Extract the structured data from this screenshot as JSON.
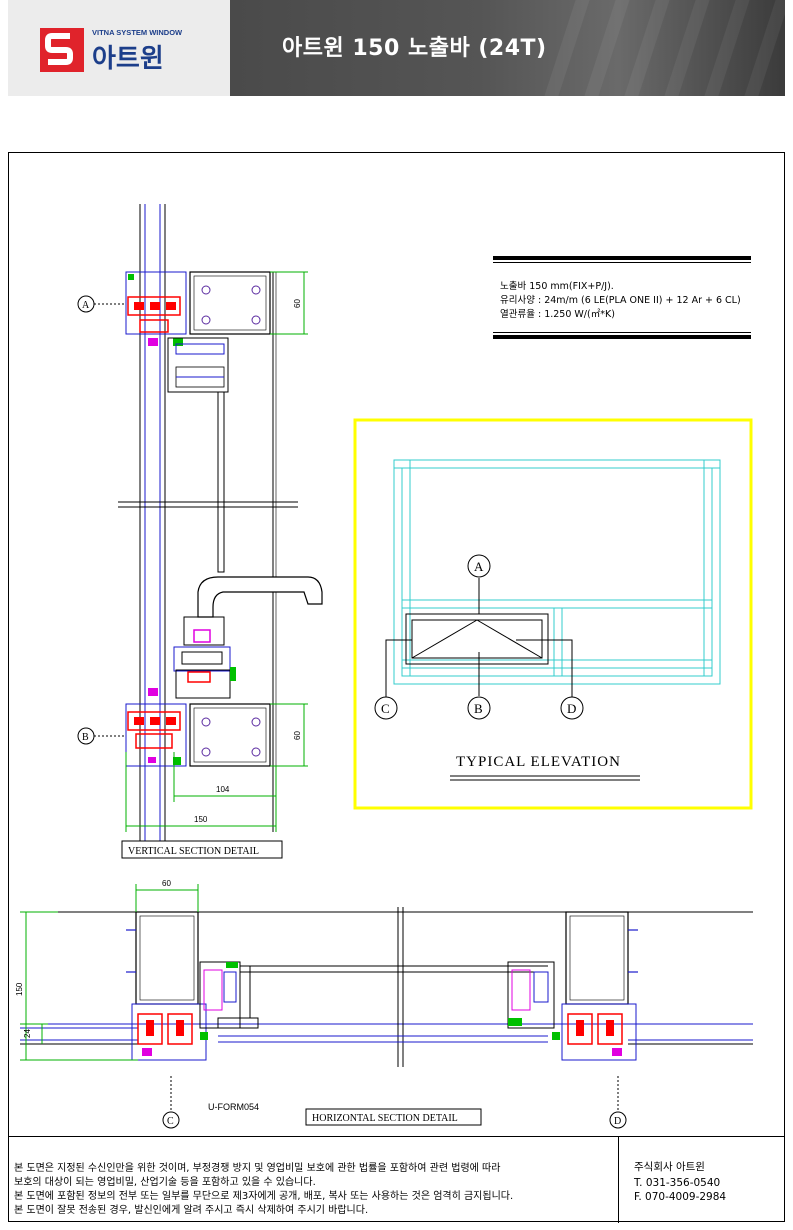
{
  "header": {
    "brand_tag": "VITNA SYSTEM WINDOW",
    "brand_name": "아트윈",
    "title": "아트윈 150 노출바 (24T)"
  },
  "specs": {
    "line1": "노출바 150 mm(FIX+P/J).",
    "line2": "유리사양 : 24m/m (6 LE(PLA ONE II) + 12 Ar + 6 CL)",
    "line3": "열관류율 : 1.250 W/(㎡*K)"
  },
  "elevation": {
    "title": "TYPICAL ELEVATION",
    "markers": [
      "A",
      "B",
      "C",
      "D"
    ]
  },
  "vertical_section": {
    "title": "VERTICAL SECTION DETAIL",
    "marker_a": "A",
    "marker_b": "B",
    "dim_60_top": "60",
    "dim_60_bottom": "60",
    "dim_104": "104",
    "dim_150": "150"
  },
  "horizontal_section": {
    "title": "HORIZONTAL SECTION DETAIL",
    "form_code": "U-FORM054",
    "marker_c": "C",
    "marker_d": "D",
    "dim_60": "60",
    "dim_150": "150",
    "dim_24": "24"
  },
  "footer": {
    "notice_1": "본 도면은 지정된 수신인만을 위한 것이며, 부정경쟁 방지 및 영업비밀 보호에 관한 법률을 포함하여 관련 법령에 따라",
    "notice_2": "보호의 대상이 되는 영업비밀, 산업기술 등을 포함하고 있을 수 있습니다.",
    "notice_3": "본 도면에 포함된 정보의 전부 또는 일부를 무단으로 제3자에게 공개, 배포, 복사 또는 사용하는 것은 엄격히 금지됩니다.",
    "notice_4": "본 도면이 잘못 전송된 경우, 발신인에게 알려 주시고 즉시 삭제하여 주시기 바랍니다.",
    "company": "주식회사 아트윈",
    "phone": "T. 031-356-0540",
    "fax": "F. 070-4009-2984"
  },
  "colors": {
    "brand_blue": "#1c3e8a",
    "brand_red": "#e0232b",
    "highlight_yellow": "#ffff00",
    "cyan_line": "#33cccc",
    "dim_green": "#00b000",
    "profile_blue": "#1a1acc",
    "thermal_red": "#ff0000",
    "gasket_magenta": "#e000e0"
  }
}
